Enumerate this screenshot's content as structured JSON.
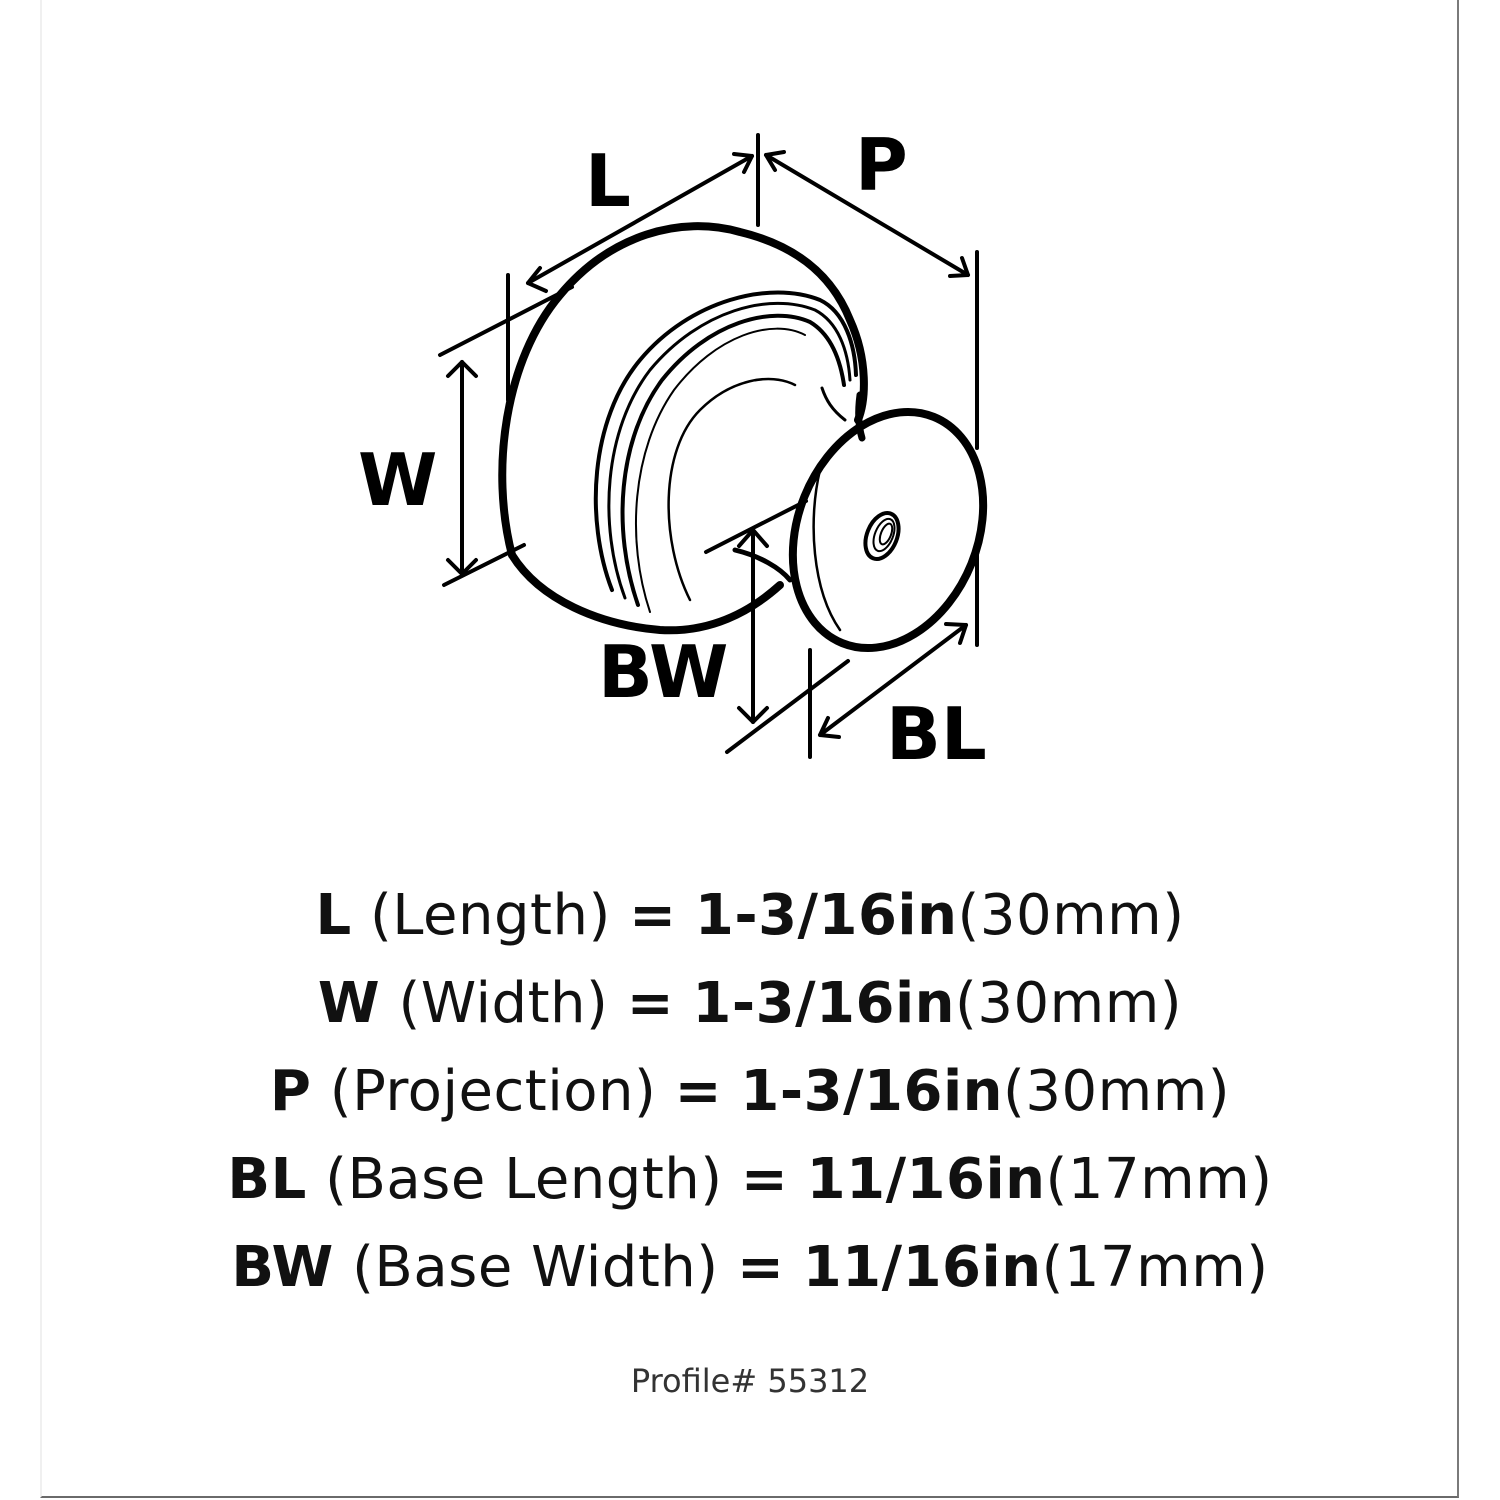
{
  "diagram": {
    "title": "Cabinet knob dimension diagram",
    "labels": {
      "length": "L",
      "projection": "P",
      "width": "W",
      "base_width": "BW",
      "base_length": "BL"
    },
    "line_color": "#000000"
  },
  "specs": [
    {
      "code": "L",
      "name": "(Length)",
      "eq": "=",
      "imperial": "1-3/16in",
      "metric": "(30mm)"
    },
    {
      "code": "W",
      "name": "(Width)",
      "eq": "=",
      "imperial": "1-3/16in",
      "metric": "(30mm)"
    },
    {
      "code": "P",
      "name": "(Projection)",
      "eq": "=",
      "imperial": "1-3/16in",
      "metric": "(30mm)"
    },
    {
      "code": "BL",
      "name": "(Base Length)",
      "eq": "=",
      "imperial": "11/16in",
      "metric": "(17mm)"
    },
    {
      "code": "BW",
      "name": "(Base Width)",
      "eq": "=",
      "imperial": "11/16in",
      "metric": "(17mm)"
    }
  ],
  "profile": {
    "text": "Profile# 55312"
  },
  "colors": {
    "background": "#ffffff",
    "text": "#111111",
    "profile_text": "#333333",
    "frame_right": "#7a7a7a",
    "frame_bottom": "#6a6a6a"
  }
}
